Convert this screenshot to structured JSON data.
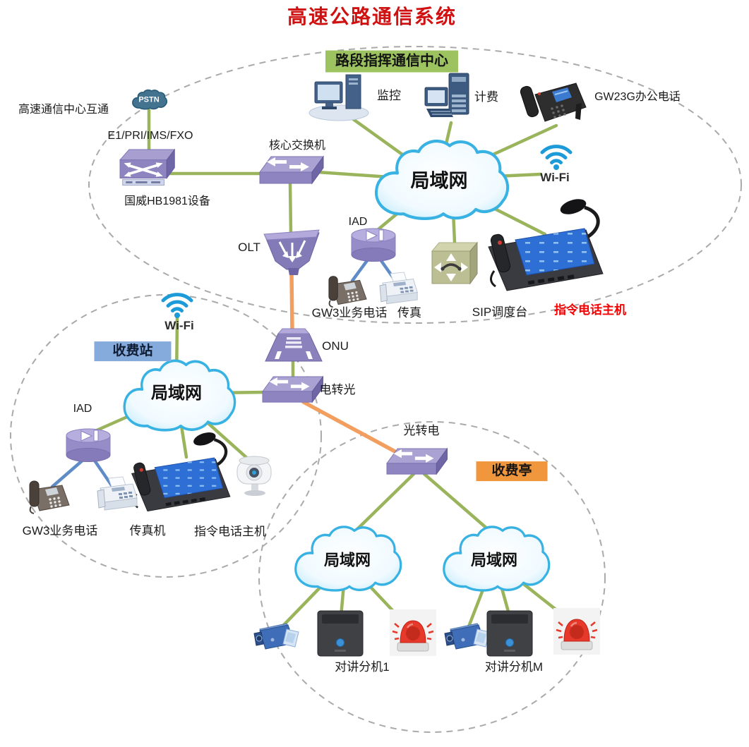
{
  "title": "高速公路通信系统",
  "regions": {
    "command_center": "路段指挥通信中心",
    "toll_station": "收费站",
    "toll_booth": "收费亭"
  },
  "nodes": {
    "interconnect": "高速通信中心互通",
    "pstn": "PSTN",
    "e1_link": "E1/PRI/IMS/FXO",
    "hb1981": "国威HB1981设备",
    "core_switch": "核心交换机",
    "monitor": "监控",
    "billing": "计费",
    "gw23g_phone": "GW23G办公电话",
    "lan_top": "局域网",
    "wifi_top": "Wi-Fi",
    "olt": "OLT",
    "iad_top": "IAD",
    "gw3_phone_top": "GW3业务电话",
    "fax_top": "传真",
    "sip_console": "SIP调度台",
    "dispatch_host_top": "指令电话主机",
    "onu": "ONU",
    "elec_to_optical": "电转光",
    "wifi_left": "Wi-Fi",
    "lan_left": "局域网",
    "iad_left": "IAD",
    "gw3_phone_left": "GW3业务电话",
    "fax_left": "传真机",
    "dispatch_host_left": "指令电话主机",
    "optical_to_elec": "光转电",
    "lan_booth_1": "局域网",
    "lan_booth_2": "局域网",
    "intercom_1": "对讲分机1",
    "intercom_m": "对讲分机M"
  },
  "colors": {
    "title_red": "#cf1111",
    "dispatch_label_red": "#f40000",
    "line_green": "#9ab45c",
    "line_orange": "#f19e5e",
    "line_blue": "#5f8cc7",
    "region_dash": "#aaaaaa",
    "cloud_stroke": "#38b2e3",
    "label_green_bg": "#9dc360",
    "label_blue_bg": "#84abdb",
    "label_orange_bg": "#f0963d",
    "device_purple": "#8d84c0",
    "wifi_blue": "#1d9bd8"
  }
}
